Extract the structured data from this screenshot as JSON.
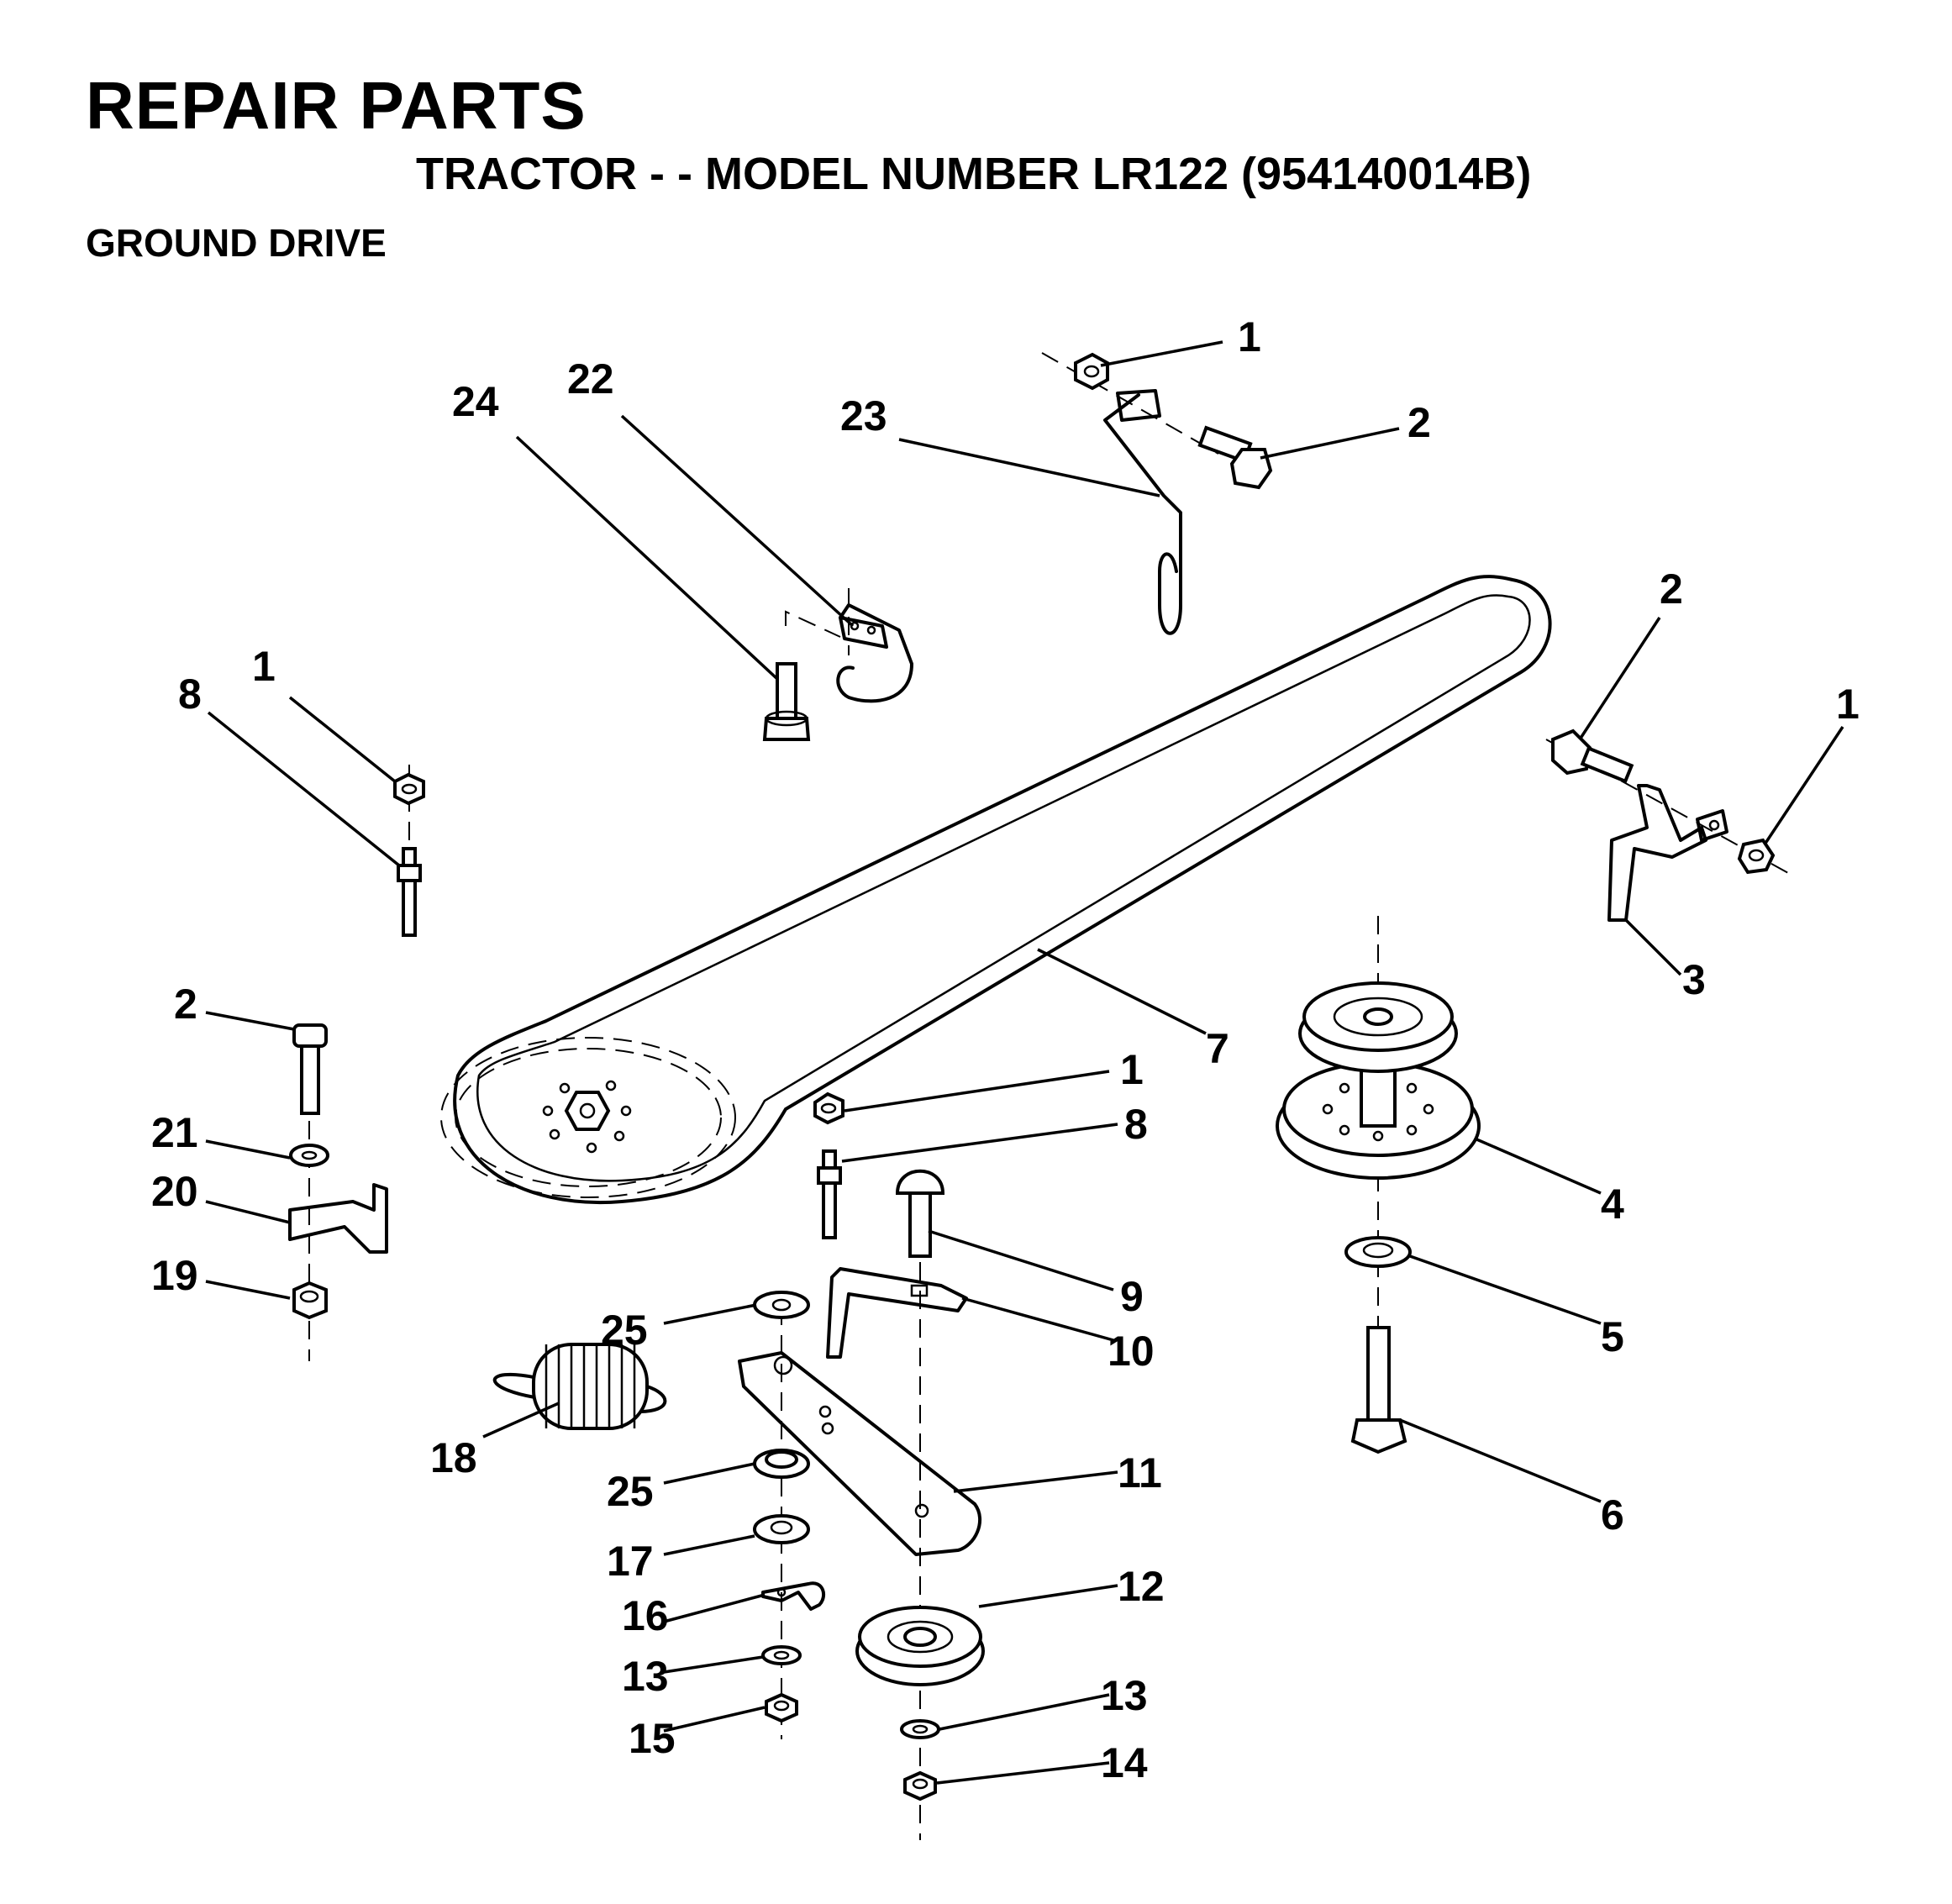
{
  "page": {
    "title": "REPAIR PARTS",
    "subtitle": "TRACTOR - - MODEL NUMBER LR122 (954140014B)",
    "section": "GROUND DRIVE"
  },
  "callouts": [
    {
      "id": "c-1a",
      "label": "1"
    },
    {
      "id": "c-2a",
      "label": "2"
    },
    {
      "id": "c-23",
      "label": "23"
    },
    {
      "id": "c-22",
      "label": "22"
    },
    {
      "id": "c-24",
      "label": "24"
    },
    {
      "id": "c-2b",
      "label": "2"
    },
    {
      "id": "c-1b",
      "label": "1"
    },
    {
      "id": "c-3",
      "label": "3"
    },
    {
      "id": "c-1c",
      "label": "1"
    },
    {
      "id": "c-8a",
      "label": "8"
    },
    {
      "id": "c-7",
      "label": "7"
    },
    {
      "id": "c-2c",
      "label": "2"
    },
    {
      "id": "c-21",
      "label": "21"
    },
    {
      "id": "c-20",
      "label": "20"
    },
    {
      "id": "c-19",
      "label": "19"
    },
    {
      "id": "c-1d",
      "label": "1"
    },
    {
      "id": "c-8b",
      "label": "8"
    },
    {
      "id": "c-4",
      "label": "4"
    },
    {
      "id": "c-9",
      "label": "9"
    },
    {
      "id": "c-10",
      "label": "10"
    },
    {
      "id": "c-5",
      "label": "5"
    },
    {
      "id": "c-25a",
      "label": "25"
    },
    {
      "id": "c-18",
      "label": "18"
    },
    {
      "id": "c-11",
      "label": "11"
    },
    {
      "id": "c-6",
      "label": "6"
    },
    {
      "id": "c-25b",
      "label": "25"
    },
    {
      "id": "c-17",
      "label": "17"
    },
    {
      "id": "c-12",
      "label": "12"
    },
    {
      "id": "c-16",
      "label": "16"
    },
    {
      "id": "c-13a",
      "label": "13"
    },
    {
      "id": "c-13b",
      "label": "13"
    },
    {
      "id": "c-15",
      "label": "15"
    },
    {
      "id": "c-14",
      "label": "14"
    }
  ]
}
